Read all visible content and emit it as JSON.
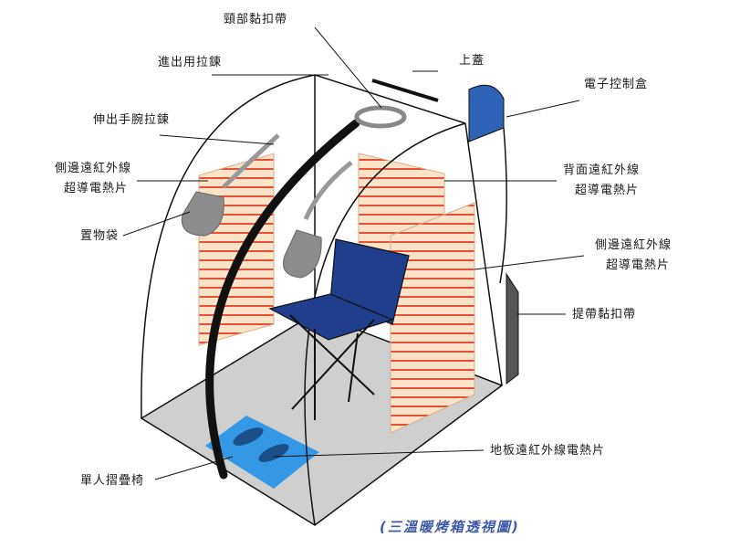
{
  "labels": {
    "neck_strap": "頸部黏扣帶",
    "entry_zipper": "進出用拉鍊",
    "top_cover": "上蓋",
    "control_box": "電子控制盒",
    "arm_zipper": "伸出手腕拉鍊",
    "side_heater_left_1": "側邊遠紅外線",
    "side_heater_left_2": "超導電熱片",
    "back_heater_1": "背面遠紅外線",
    "back_heater_2": "超導電熱片",
    "storage_bag": "置物袋",
    "side_heater_right_1": "側邊遠紅外線",
    "side_heater_right_2": "超導電熱片",
    "handle_strap": "提帶黏扣帶",
    "floor_heater": "地板遠紅外線電熱片",
    "folding_chair": "單人摺疊椅"
  },
  "caption": "(三溫暖烤箱透視圖)",
  "colors": {
    "heater_fill": "#fbe3c8",
    "heater_line": "#e8503a",
    "floor": "#cfcfcf",
    "floor_mat": "#3399e6",
    "chair": "#1f3f8c",
    "control_box": "#2f63b8",
    "caption": "#3c5aa8"
  }
}
